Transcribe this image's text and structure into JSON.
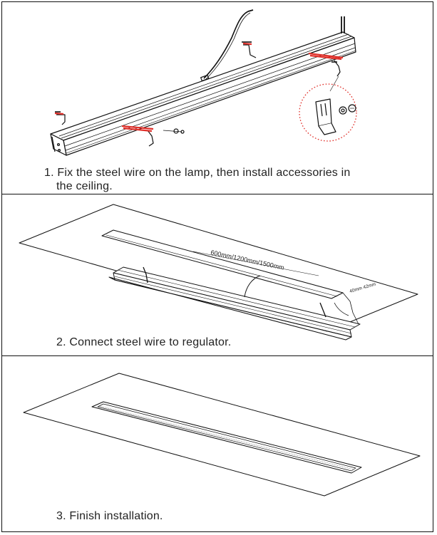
{
  "steps": [
    {
      "number": "1.",
      "text_line1": "Fix the steel wire on the lamp, then install accessories in",
      "text_line2": "the ceiling."
    },
    {
      "number": "2.",
      "text": "Connect steel wire to regulator."
    },
    {
      "number": "3.",
      "text": "Finish installation."
    }
  ],
  "dimensions": {
    "length": "600mm/1200mm/1500mm",
    "width": "40mm 42mm"
  },
  "colors": {
    "line": "#111111",
    "accent": "#e0302a"
  }
}
